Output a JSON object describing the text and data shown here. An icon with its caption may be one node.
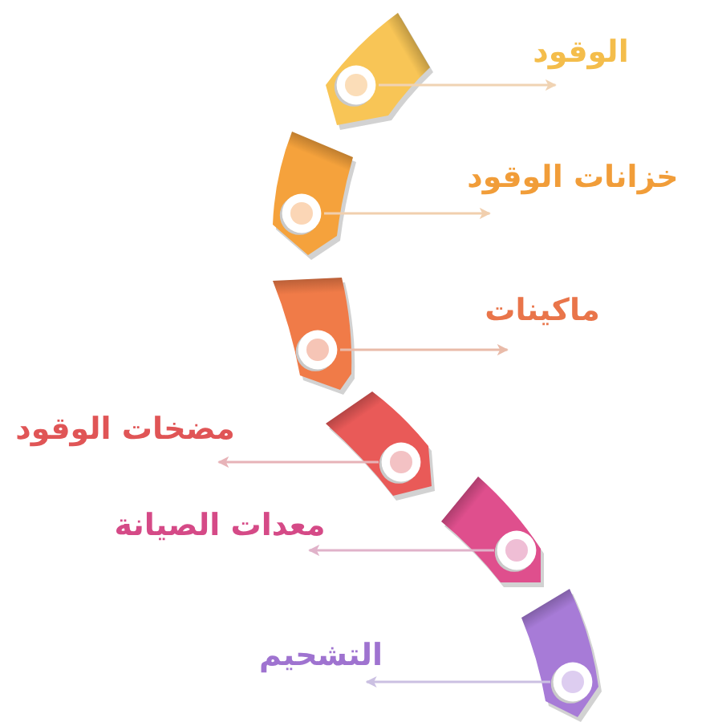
{
  "diagram": {
    "nodes": [
      {
        "text": [],
        "shape": "tag"
      },
      {
        "text": [],
        "shape": "circle",
        "in": 0
      },
      {
        "text": [
          "الوقود"
        ]
      },
      {
        "text": [],
        "shape": "tag"
      },
      {
        "text": [],
        "shape": "circle",
        "in": 3
      },
      {
        "text": [
          "خزانات الوقود"
        ]
      },
      {
        "text": [],
        "shape": "tag"
      },
      {
        "text": [],
        "shape": "circle",
        "in": 6
      },
      {
        "text": [
          "ماكينات"
        ]
      },
      {
        "text": [],
        "shape": "tag"
      },
      {
        "text": [],
        "shape": "circle",
        "in": 9
      },
      {
        "text": [
          "مضخات الوقود"
        ]
      },
      {
        "text": [],
        "shape": "tag"
      },
      {
        "text": [],
        "shape": "circle",
        "in": 12
      },
      {
        "text": [
          "معدات الصيانة"
        ]
      },
      {
        "text": [],
        "shape": "tag"
      },
      {
        "text": [],
        "shape": "circle",
        "in": 15
      },
      {
        "text": [
          "التشحيم"
        ]
      }
    ],
    "edges": [
      {
        "from": 1,
        "to": 2,
        "arrow": "to",
        "color": "#f0d3b3"
      },
      {
        "from": 4,
        "to": 5,
        "arrow": "to",
        "color": "#f1cfae"
      },
      {
        "from": 7,
        "to": 8,
        "arrow": "to",
        "color": "#e9bba9"
      },
      {
        "from": 10,
        "to": 11,
        "arrow": "to",
        "color": "#e7b3b8"
      },
      {
        "from": 13,
        "to": 14,
        "arrow": "to",
        "color": "#e0b2c9"
      },
      {
        "from": 16,
        "to": 17,
        "arrow": "to",
        "color": "#cbc0e2"
      }
    ]
  }
}
